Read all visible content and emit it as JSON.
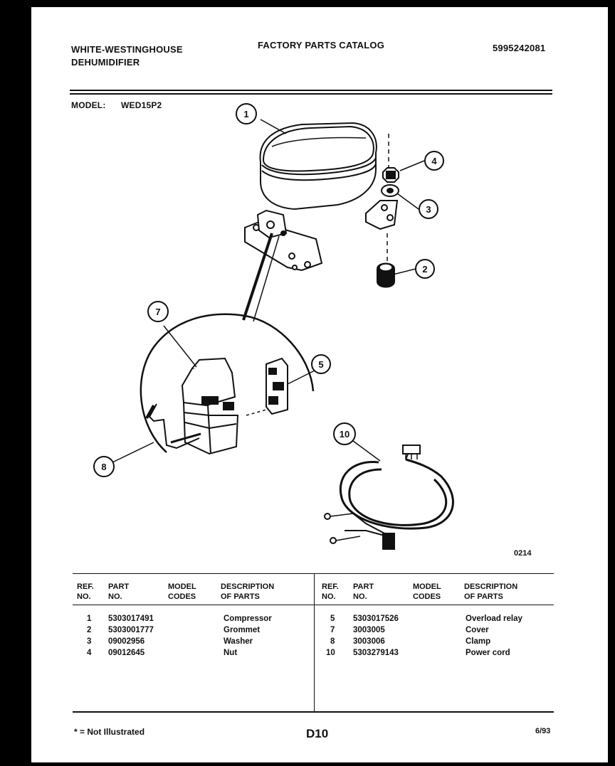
{
  "header": {
    "brand_line1": "WHITE-WESTINGHOUSE",
    "brand_line2": "DEHUMIDIFIER",
    "catalog_title": "FACTORY PARTS CATALOG",
    "catalog_number": "5995242081",
    "model_label": "MODEL:",
    "model_value": "WED15P2"
  },
  "diagram": {
    "figure_code": "0214",
    "callouts": [
      "1",
      "2",
      "3",
      "4",
      "5",
      "7",
      "8",
      "10"
    ]
  },
  "table": {
    "headers": {
      "ref_line1": "REF.",
      "ref_line2": "NO.",
      "part_line1": "PART",
      "part_line2": "NO.",
      "model_line1": "MODEL",
      "model_line2": "CODES",
      "desc_line1": "DESCRIPTION",
      "desc_line2": "OF PARTS"
    },
    "left_rows": [
      {
        "ref": "1",
        "part": "5303017491",
        "codes": "",
        "desc": "Compressor"
      },
      {
        "ref": "2",
        "part": "5303001777",
        "codes": "",
        "desc": "Grommet"
      },
      {
        "ref": "3",
        "part": "09002956",
        "codes": "",
        "desc": "Washer"
      },
      {
        "ref": "4",
        "part": "09012645",
        "codes": "",
        "desc": "Nut"
      }
    ],
    "right_rows": [
      {
        "ref": "5",
        "part": "5303017526",
        "codes": "",
        "desc": "Overload relay"
      },
      {
        "ref": "7",
        "part": "3003005",
        "codes": "",
        "desc": "Cover"
      },
      {
        "ref": "8",
        "part": "3003006",
        "codes": "",
        "desc": "Clamp"
      },
      {
        "ref": "10",
        "part": "5303279143",
        "codes": "",
        "desc": "Power cord"
      }
    ]
  },
  "footer": {
    "note": "* = Not Illustrated",
    "page_code": "D10",
    "date": "6/93"
  }
}
